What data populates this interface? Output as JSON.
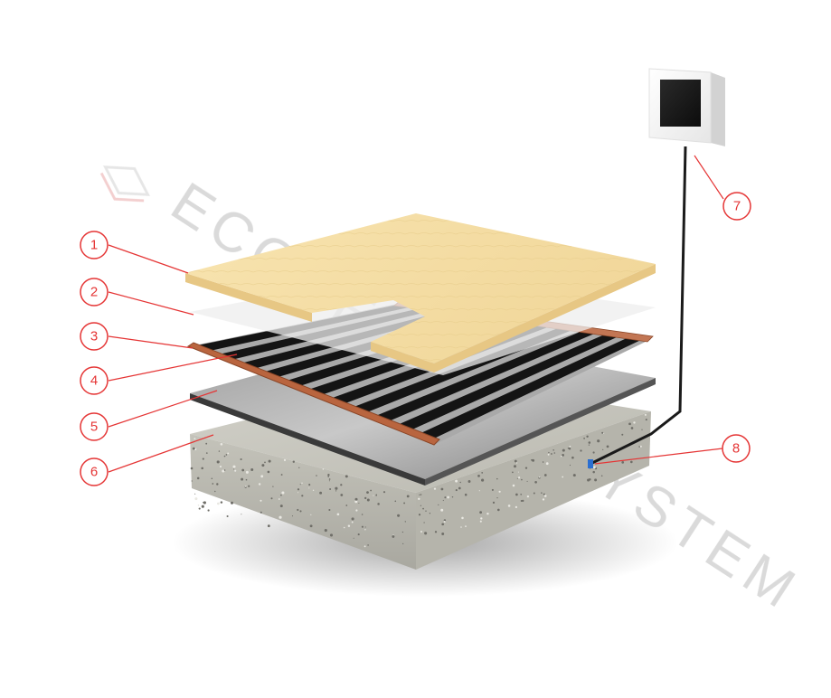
{
  "diagram": {
    "callouts": [
      {
        "number": "1",
        "part": "wood-floor-cover"
      },
      {
        "number": "2",
        "part": "protective-film"
      },
      {
        "number": "3",
        "part": "copper-bus-strip"
      },
      {
        "number": "4",
        "part": "carbon-heating-strips"
      },
      {
        "number": "5",
        "part": "reflective-insulation"
      },
      {
        "number": "6",
        "part": "concrete-base"
      },
      {
        "number": "7",
        "part": "thermostat"
      },
      {
        "number": "8",
        "part": "temperature-sensor"
      }
    ],
    "watermark": {
      "text": "ECOHEATING SYSTEM"
    }
  },
  "colors": {
    "callout": "#e53535",
    "wood": "#f6e0a8",
    "copper": "#b9653f",
    "carbon": "#141414",
    "concrete": "#c9c8c0",
    "watermark": "#d4d4d4"
  }
}
